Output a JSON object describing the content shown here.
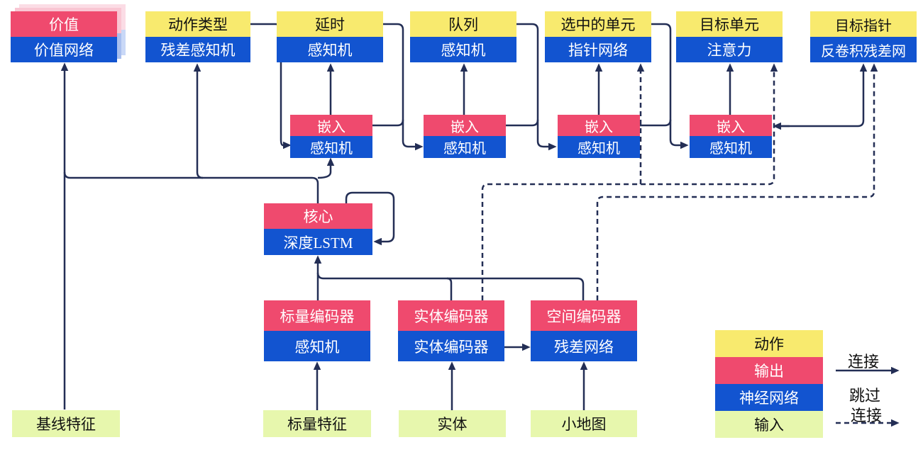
{
  "figure": {
    "background": "#ffffff",
    "line_color": "#232E55"
  },
  "palette": {
    "action_yellow": "#F8EA6E",
    "output_red": "#EF4A6E",
    "network_blue": "#1254D0",
    "input_green": "#E7F7AD",
    "shadow_pink_near": "#F9C6D3",
    "shadow_blue_near": "#A9BFEE",
    "shadow_pink_far": "#FBDCE5",
    "shadow_blue_far": "#C9D8F7",
    "dark_text": "#111111",
    "light_text": "#ffffff"
  },
  "nodes": [
    {
      "id": "value",
      "top": "价值",
      "bottom": "价值网络",
      "top_type": "output",
      "bottom_type": "network",
      "stacked": true
    },
    {
      "id": "action-type",
      "top": "动作类型",
      "bottom": "残差感知机",
      "top_type": "action",
      "bottom_type": "network"
    },
    {
      "id": "delay",
      "top": "延时",
      "bottom": "感知机",
      "top_type": "action",
      "bottom_type": "network"
    },
    {
      "id": "queue",
      "top": "队列",
      "bottom": "感知机",
      "top_type": "action",
      "bottom_type": "network"
    },
    {
      "id": "selected-units",
      "top": "选中的单元",
      "bottom": "指针网络",
      "top_type": "action",
      "bottom_type": "network"
    },
    {
      "id": "target-unit",
      "top": "目标单元",
      "bottom": "注意力",
      "top_type": "action",
      "bottom_type": "network"
    },
    {
      "id": "target-point",
      "top": "目标指针",
      "bottom": "反卷积残差网",
      "top_type": "action",
      "bottom_type": "network"
    },
    {
      "id": "embed-1",
      "top": "嵌入",
      "bottom": "感知机",
      "top_type": "output",
      "bottom_type": "network"
    },
    {
      "id": "embed-2",
      "top": "嵌入",
      "bottom": "感知机",
      "top_type": "output",
      "bottom_type": "network"
    },
    {
      "id": "embed-3",
      "top": "嵌入",
      "bottom": "感知机",
      "top_type": "output",
      "bottom_type": "network"
    },
    {
      "id": "embed-4",
      "top": "嵌入",
      "bottom": "感知机",
      "top_type": "output",
      "bottom_type": "network"
    },
    {
      "id": "core",
      "top": "核心",
      "bottom": "深度LSTM",
      "top_type": "output",
      "bottom_type": "network"
    },
    {
      "id": "scalar-encoder",
      "top": "标量编码器",
      "bottom": "感知机",
      "top_type": "output",
      "bottom_type": "network"
    },
    {
      "id": "entity-encoder",
      "top": "实体编码器",
      "bottom": "实体编码器",
      "top_type": "output",
      "bottom_type": "network"
    },
    {
      "id": "spatial-encoder",
      "top": "空间编码器",
      "bottom": "残差网络",
      "top_type": "output",
      "bottom_type": "network"
    },
    {
      "id": "baseline-features",
      "label": "基线特征",
      "type": "input"
    },
    {
      "id": "scalar-features",
      "label": "标量特征",
      "type": "input"
    },
    {
      "id": "entities",
      "label": "实体",
      "type": "input"
    },
    {
      "id": "minimap",
      "label": "小地图",
      "type": "input"
    }
  ],
  "legend": {
    "items": [
      {
        "label": "动作",
        "type": "action"
      },
      {
        "label": "输出",
        "type": "output"
      },
      {
        "label": "神经网络",
        "type": "network"
      },
      {
        "label": "输入",
        "type": "input"
      }
    ],
    "connection_label": "连接",
    "skip_label_line1": "跳过",
    "skip_label_line2": "连接"
  }
}
